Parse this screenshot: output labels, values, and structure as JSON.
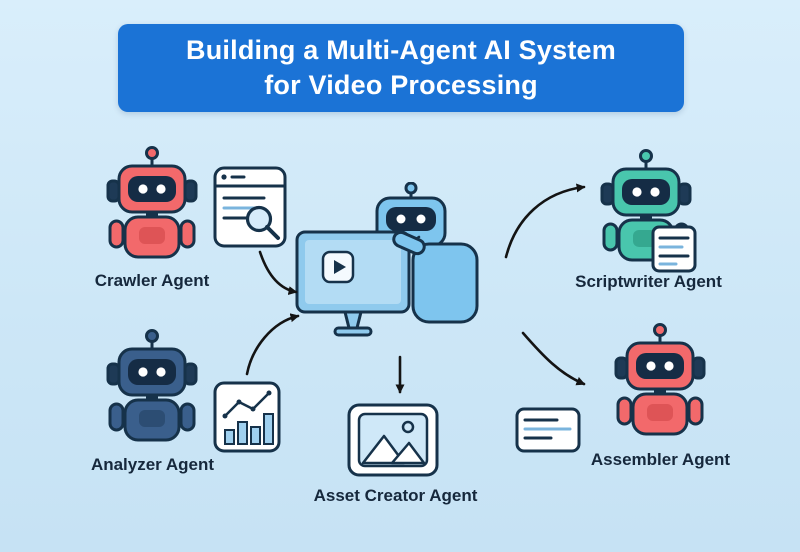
{
  "title": {
    "line1": "Building a Multi-Agent AI System",
    "line2": "for Video Processing"
  },
  "agents": {
    "crawler": {
      "label": "Crawler Agent",
      "color": "#f2696b",
      "icon": "browser-search-icon"
    },
    "analyzer": {
      "label": "Analyzer Agent",
      "color": "#3a5f8c",
      "icon": "bar-line-chart-icon"
    },
    "coordinator": {
      "color": "#7ec5ee",
      "icon": "monitor-play-icon"
    },
    "scriptwriter": {
      "label": "Scriptwriter Agent",
      "color": "#49c6ad",
      "icon": "script-document-icon"
    },
    "asset_creator": {
      "label": "Asset Creator Agent",
      "icon": "image-icon"
    },
    "assembler": {
      "label": "Assembler Agent",
      "color": "#f2696b",
      "icon": "notes-document-icon"
    }
  },
  "colors": {
    "background": "#cde7f7",
    "header": "#1b73d6",
    "header_text": "#ffffff",
    "outline": "#16324a",
    "label_text": "#16283c",
    "arrow": "#141414"
  }
}
